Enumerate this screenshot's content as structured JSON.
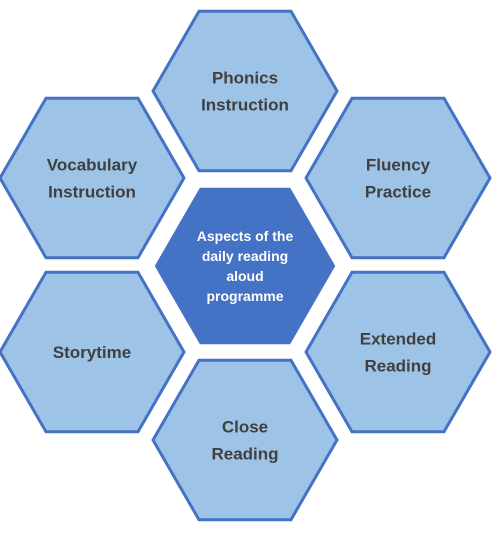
{
  "colors": {
    "outer_fill": "#9dc3e6",
    "outer_stroke": "#4472c4",
    "center_fill": "#4472c4",
    "outer_text": "#404040",
    "center_text": "#ffffff"
  },
  "center": {
    "lines": [
      "Aspects of the",
      "daily reading",
      "aloud",
      "programme"
    ]
  },
  "items": [
    {
      "name": "phonics-instruction",
      "lines": [
        "Phonics",
        "Instruction"
      ]
    },
    {
      "name": "fluency-practice",
      "lines": [
        "Fluency",
        "Practice"
      ]
    },
    {
      "name": "extended-reading",
      "lines": [
        "Extended",
        "Reading"
      ]
    },
    {
      "name": "close-reading",
      "lines": [
        "Close",
        "Reading"
      ]
    },
    {
      "name": "storytime",
      "lines": [
        "Storytime"
      ]
    },
    {
      "name": "vocabulary-instruction",
      "lines": [
        "Vocabulary",
        "Instruction"
      ]
    }
  ]
}
